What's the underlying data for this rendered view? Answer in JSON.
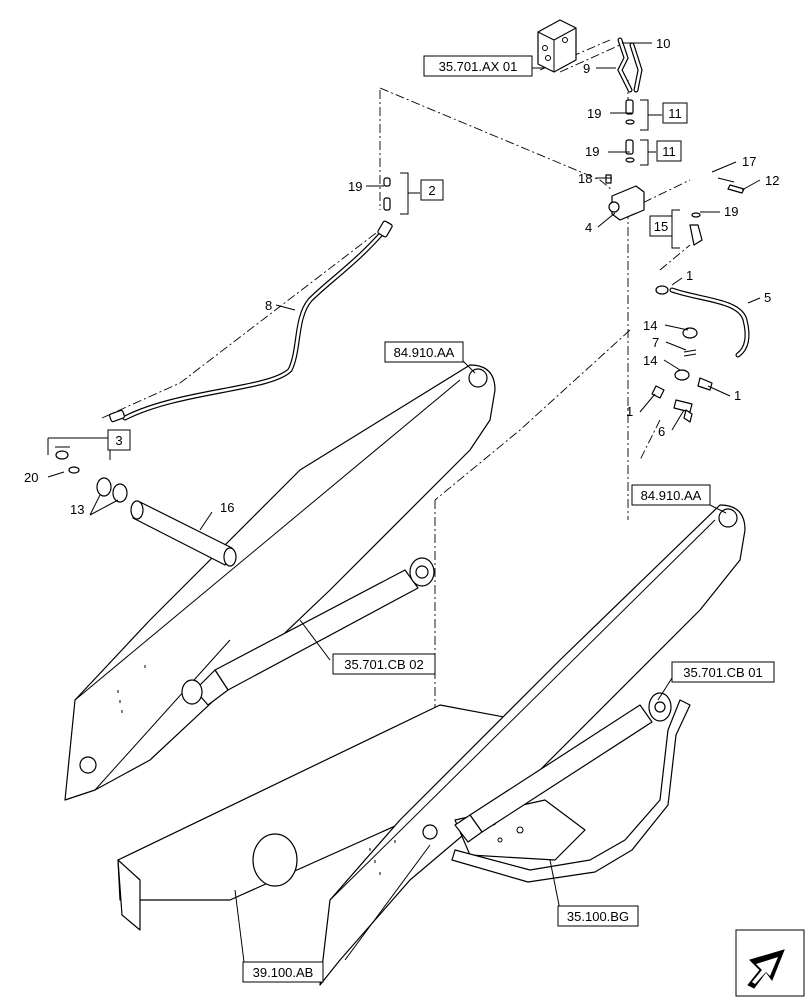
{
  "references": {
    "r_35701ax01": "35.701.AX 01",
    "r_84910aa_left": "84.910.AA",
    "r_84910aa_right": "84.910.AA",
    "r_35701cb02": "35.701.CB 02",
    "r_35701cb01": "35.701.CB 01",
    "r_35100bg": "35.100.BG",
    "r_39100ab": "39.100.AB"
  },
  "callouts": {
    "c1a": "1",
    "c1b": "1",
    "c1c": "1",
    "c2": "2",
    "c3": "3",
    "c4": "4",
    "c5": "5",
    "c6": "6",
    "c7": "7",
    "c8": "8",
    "c9": "9",
    "c10": "10",
    "c11a": "11",
    "c11b": "11",
    "c12": "12",
    "c13": "13",
    "c14a": "14",
    "c14b": "14",
    "c15": "15",
    "c16": "16",
    "c17": "17",
    "c18": "18",
    "c19a": "19",
    "c19b": "19",
    "c19c": "19",
    "c19d": "19",
    "c20": "20"
  },
  "icons": {
    "nav": "arrow-nav-icon"
  }
}
